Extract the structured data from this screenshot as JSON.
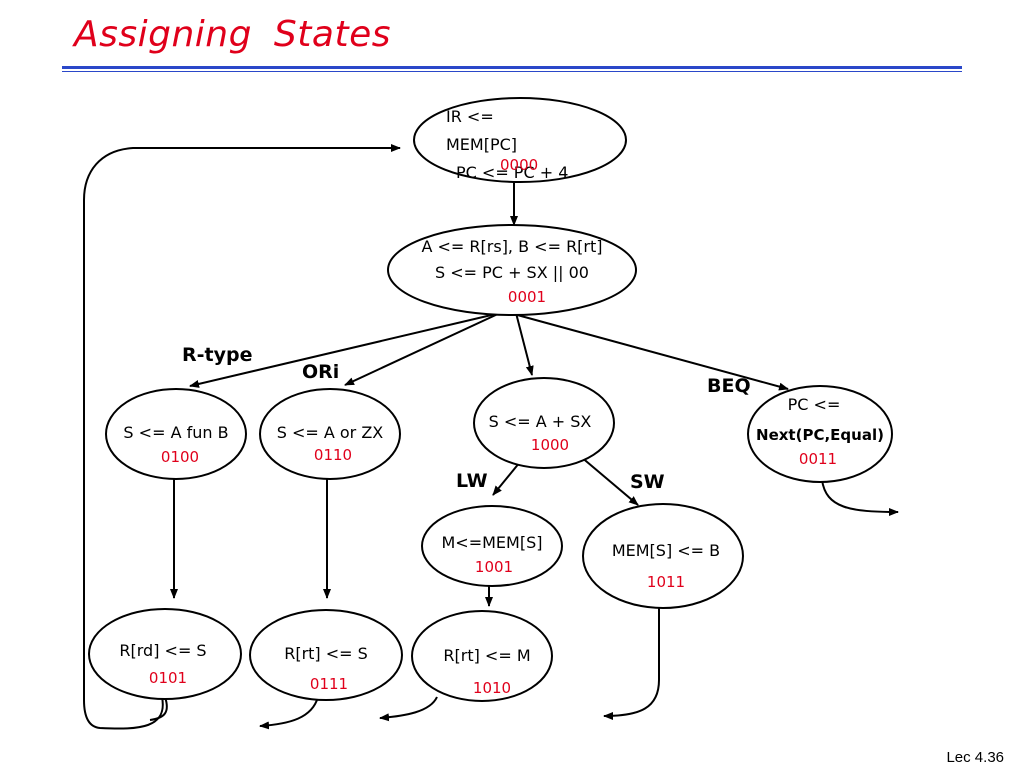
{
  "title": "Assigning  States",
  "footer": "Lec 4.36",
  "states": {
    "fetch": {
      "line1": "IR <=",
      "line2": "MEM[PC]",
      "line3": "PC <= PC + 4",
      "code": "0000"
    },
    "decode": {
      "line1": "A <= R[rs], B <= R[rt]",
      "line2": "S <= PC + SX || 00",
      "code": "0001"
    },
    "rexec": {
      "line1": "S <= A fun B",
      "code": "0100"
    },
    "oriexec": {
      "line1": "S <= A or ZX",
      "code": "0110"
    },
    "memaddr": {
      "line1": "S <= A + SX",
      "code": "1000"
    },
    "beq": {
      "line1": "PC <=",
      "line2": "Next(PC,Equal)",
      "code": "0011"
    },
    "memread": {
      "line1": "M<=MEM[S]",
      "code": "1001"
    },
    "memwrite": {
      "line1": "MEM[S] <= B",
      "code": "1011"
    },
    "rwb": {
      "line1": "R[rd] <= S",
      "code": "0101"
    },
    "oriwb": {
      "line1": "R[rt] <= S",
      "code": "0111"
    },
    "lwwb": {
      "line1": "R[rt] <= M",
      "code": "1010"
    }
  },
  "labels": {
    "rtype": "R-type",
    "ori": "ORi",
    "beq": "BEQ",
    "lw": "LW",
    "sw": "SW"
  }
}
